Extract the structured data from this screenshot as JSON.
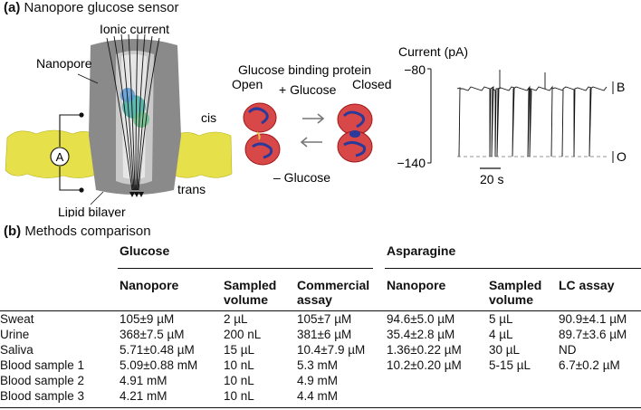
{
  "panel_a": {
    "label": "(a)",
    "title": "Nanopore glucose sensor",
    "nanopore_label": "Nanopore",
    "ionic_current_label": "Ionic current",
    "cis_label": "cis",
    "trans_label": "trans",
    "lipid_label": "Lipid bilayer",
    "ammeter_symbol": "A",
    "gbp_title": "Glucose binding protein",
    "open_label": "Open",
    "closed_label": "Closed",
    "plus_glucose": "+ Glucose",
    "minus_glucose": "– Glucose",
    "trace": {
      "ylabel": "Current (pA)",
      "tick_top": "−80",
      "tick_bottom": "−140",
      "level_B": "B",
      "level_O": "O",
      "scalebar": "20 s"
    },
    "colors": {
      "pore": "#8a8a8a",
      "bilayer": "#e6e04a",
      "helix": "#cc2222",
      "sheet": "#2a3a9a"
    }
  },
  "panel_b": {
    "label": "(b)",
    "title": "Methods comparison",
    "groups": [
      "Glucose",
      "Asparagine"
    ],
    "columns": [
      "Nanopore",
      "Sampled volume",
      "Commercial assay",
      "Nanopore",
      "Sampled volume",
      "LC assay"
    ],
    "rows": [
      {
        "sample": "Sweat",
        "cells": [
          "105±9 µM",
          "2 µL",
          "105±7 µM",
          "94.6±5.0 µM",
          "5 µL",
          "90.9±4.1 µM"
        ]
      },
      {
        "sample": "Urine",
        "cells": [
          "368±7.5 µM",
          "200 nL",
          "381±6 µM",
          "35.4±2.8 µM",
          "4  µL",
          "89.7±3.6 µM"
        ]
      },
      {
        "sample": "Saliva",
        "cells": [
          "5.71±0.48 µM",
          "15 µL",
          "10.4±7.9 µM",
          "1.36±0.22 µM",
          "30 µL",
          "ND"
        ]
      },
      {
        "sample": "Blood sample 1",
        "cells": [
          "5.09±0.88 mM",
          "10 nL",
          "5.3 mM",
          "10.2±0.20 µM",
          "5-15 µL",
          "6.7±0.2 µM"
        ]
      },
      {
        "sample": "Blood sample 2",
        "cells": [
          "4.91 mM",
          "10 nL",
          "4.9 mM",
          "",
          "",
          ""
        ]
      },
      {
        "sample": "Blood sample 3",
        "cells": [
          "4.21 mM",
          "10 nL",
          "4.4 mM",
          "",
          "",
          ""
        ]
      }
    ]
  }
}
